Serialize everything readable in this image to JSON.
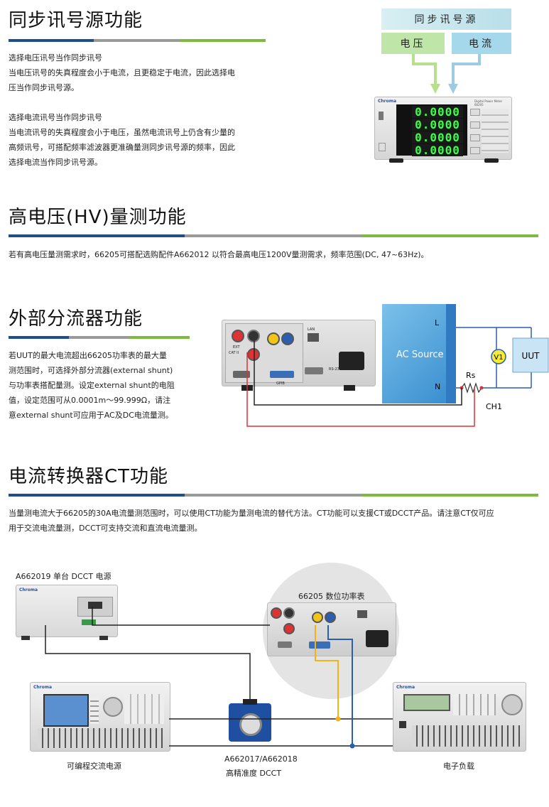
{
  "sections": {
    "sync": {
      "title": "同步讯号源功能",
      "para1": [
        "选择电压讯号当作同步讯号",
        "当电压讯号的失真程度会小于电流，且更稳定于电流，因此选择电",
        "压当作同步讯号源。"
      ],
      "para2": [
        "选择电流讯号当作同步讯号",
        "当电流讯号的失真程度会小于电压，虽然电流讯号上仍含有少量的",
        "高频讯号，可搭配频率滤波器更准确量测同步讯号源的频率，因此",
        "选择电流当作同步讯号源。"
      ],
      "diagram": {
        "top_box": "同步讯号源",
        "voltage_box": "电压",
        "current_box": "电流",
        "meter_readings": [
          "0.0000",
          "0.0000",
          "0.0000",
          "0.0000"
        ],
        "meter_brand": "Chroma",
        "meter_caption": "Digital Power Meter 66205"
      }
    },
    "hv": {
      "title": "高电压(HV)量测功能",
      "text": "若有高电压量测需求时，66205可搭配选购配件A662012 以符合最高电压1200V量测需求，频率范围(DC, 47~63Hz)。"
    },
    "shunt": {
      "title": "外部分流器功能",
      "lines": [
        "若UUT的最大电流超出66205功率表的最大量",
        "测范围时，可选择外部分流器(external shunt)",
        "与功率表搭配量测。设定external shunt的电阻",
        "值，设定范围可从0.0001m～99.999Ω，请注",
        "意external shunt可应用于AC及DC电流量测。"
      ],
      "diagram": {
        "ac_source": "AC Source",
        "l": "L",
        "n": "N",
        "rs": "Rs",
        "ch1": "CH1",
        "v1": "V1",
        "uut": "UUT",
        "port_labels": [
          "EXT",
          "CAT II",
          "LAN",
          "RS-232",
          "GPIB"
        ]
      }
    },
    "ct": {
      "title": "电流转换器CT功能",
      "lines": [
        "当量测电流大于66205的30A电流量测范围时，可以使用CT功能为量测电流的替代方法。CT功能可以支援CT或DCCT产品。请注意CT仅可应",
        "用于交流电流量测，DCCT可支持交流和直流电流量测。"
      ],
      "diagram": {
        "dcct_supply": "A662019 单台 DCCT 电源",
        "meter": "66205 数位功率表",
        "ac_source": "可编程交流电源",
        "dcct_model": "A662017/A662018",
        "dcct_name": "高精准度 DCCT",
        "load": "电子负载",
        "brand": "Chroma"
      }
    }
  },
  "colors": {
    "blue": "#1f4e8c",
    "gray": "#9a9a9a",
    "green": "#7dbb3c",
    "box_top": "#c6e7ef",
    "box_v": "#bfe6a8",
    "box_i": "#a6d8ec",
    "arrow_v": "#b6e08d",
    "arrow_i": "#9ccbe3"
  }
}
